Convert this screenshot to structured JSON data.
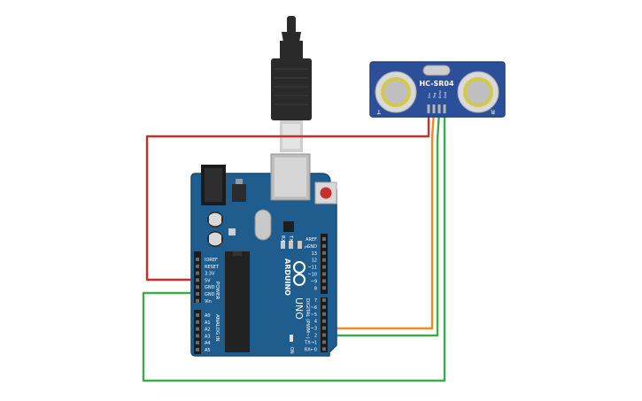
{
  "colors": {
    "board": "#1f5d8f",
    "board_edge": "#164a73",
    "sensor_board": "#2c4f9a",
    "wire_red": "#d42a2a",
    "wire_orange": "#f08a1e",
    "wire_green": "#3cab4e",
    "usb_plug": "#2a2a2a",
    "header": "#1b1b1b"
  },
  "sensor": {
    "title": "HC-SR04",
    "left_mark": "T",
    "right_mark": "R",
    "pins": [
      "Vcc",
      "Trig",
      "Echo",
      "Gnd"
    ]
  },
  "board": {
    "brand": "ARDUINO",
    "model": "UNO",
    "power_label": "POWER",
    "analog_label": "ANALOG IN",
    "digital_label": "DIGITAL (PWM~)",
    "power_pins": [
      "IOREF",
      "RESET",
      "3.3V",
      "5V",
      "GND",
      "GND",
      "Vin"
    ],
    "analog_pins": [
      "A0",
      "A1",
      "A2",
      "A3",
      "A4",
      "A5"
    ],
    "digital_top": [
      "AREF",
      "GND",
      "13",
      "12",
      "~11",
      "~10",
      "~9",
      "8"
    ],
    "digital_bottom": [
      "7",
      "~6",
      "~5",
      "4",
      "~3",
      "2",
      "TX→1",
      "RX←0"
    ],
    "leds": [
      "L",
      "TX",
      "RX"
    ],
    "on_label": "ON"
  },
  "wires": [
    {
      "name": "wire-5v-vcc",
      "color": "red",
      "from": "5V",
      "to": "Vcc"
    },
    {
      "name": "wire-trig-d3",
      "color": "orange",
      "from": "Trig",
      "to": "~3"
    },
    {
      "name": "wire-echo-d2",
      "color": "green",
      "from": "Echo",
      "to": "2"
    },
    {
      "name": "wire-gnd-gnd",
      "color": "green",
      "from": "Gnd",
      "to": "GND"
    }
  ]
}
